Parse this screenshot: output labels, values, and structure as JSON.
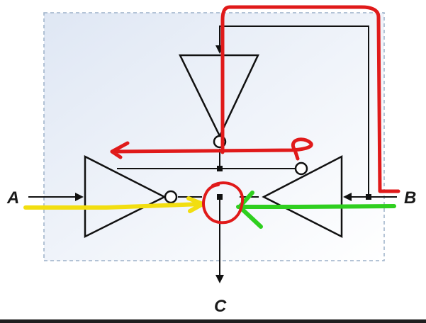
{
  "diagram": {
    "type": "tri-state buffer circuit",
    "labels": {
      "input_a": "A",
      "input_b": "B",
      "output_c": "C"
    },
    "colors": {
      "box_fill": "#e8eef8",
      "box_border": "#9cb0c8",
      "wire": "#111111",
      "annotation_red": "#e01a1a",
      "annotation_yellow": "#f2de10",
      "annotation_green": "#2fcf1f"
    }
  }
}
